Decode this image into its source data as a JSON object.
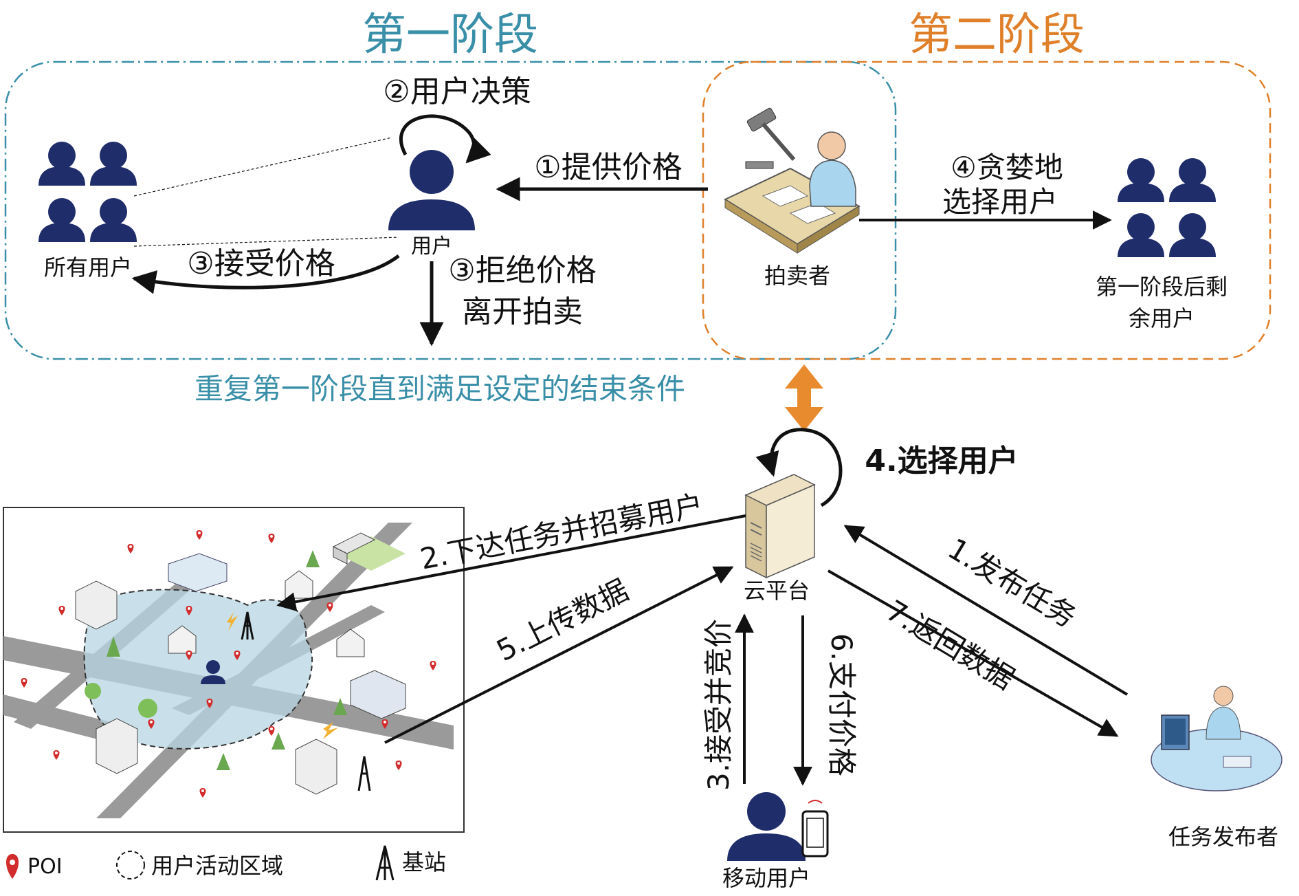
{
  "stage1": {
    "title": "第一阶段",
    "color": "#3a8fa8",
    "footer": "重复第一阶段直到满足设定的结束条件"
  },
  "stage2": {
    "title": "第二阶段",
    "color": "#e07f2a"
  },
  "labels": {
    "user_decision": "②用户决策",
    "provide_price": "①提供价格",
    "user": "用户",
    "all_users": "所有用户",
    "accept_price": "③接受价格",
    "reject_price_1": "③拒绝价格",
    "reject_price_2": "离开拍卖",
    "auctioneer": "拍卖者",
    "greedy_1": "④贪婪地",
    "greedy_2": "选择用户",
    "remaining_1": "第一阶段后剩",
    "remaining_2": "余用户"
  },
  "flow": {
    "select_users": "4.选择用户",
    "cloud": "云平台",
    "issue_task": "2.下达任务并招募用户",
    "upload": "5.上传数据",
    "accept_bid": "3.接受并竞价",
    "pay": "6.支付价格",
    "publish": "1.发布任务",
    "return_data": "7.返回数据",
    "mobile_user": "移动用户",
    "publisher": "任务发布者"
  },
  "legend": {
    "poi": "POI",
    "area": "用户活动区域",
    "station": "基站"
  },
  "colors": {
    "user_navy": "#1f2d6b",
    "orange_arrow": "#e88a2e",
    "map_area": "#b7d6e3",
    "poi_red": "#d22c2c"
  }
}
